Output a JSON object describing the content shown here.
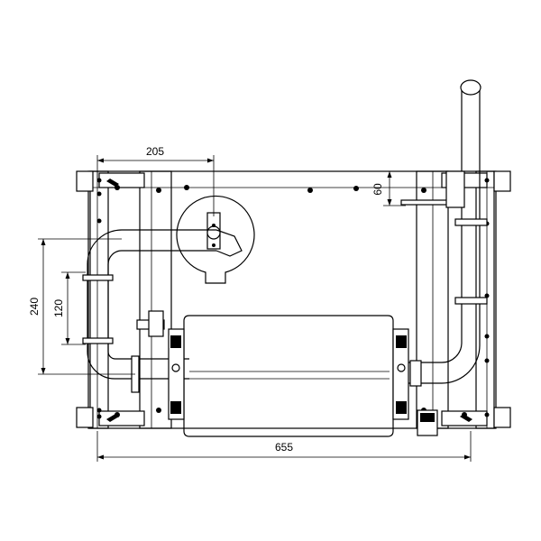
{
  "dimensions": {
    "dim_205": "205",
    "dim_60": "60",
    "dim_240": "240",
    "dim_120": "120",
    "dim_655": "655"
  },
  "colors": {
    "line": "#000000",
    "background": "#ffffff"
  }
}
